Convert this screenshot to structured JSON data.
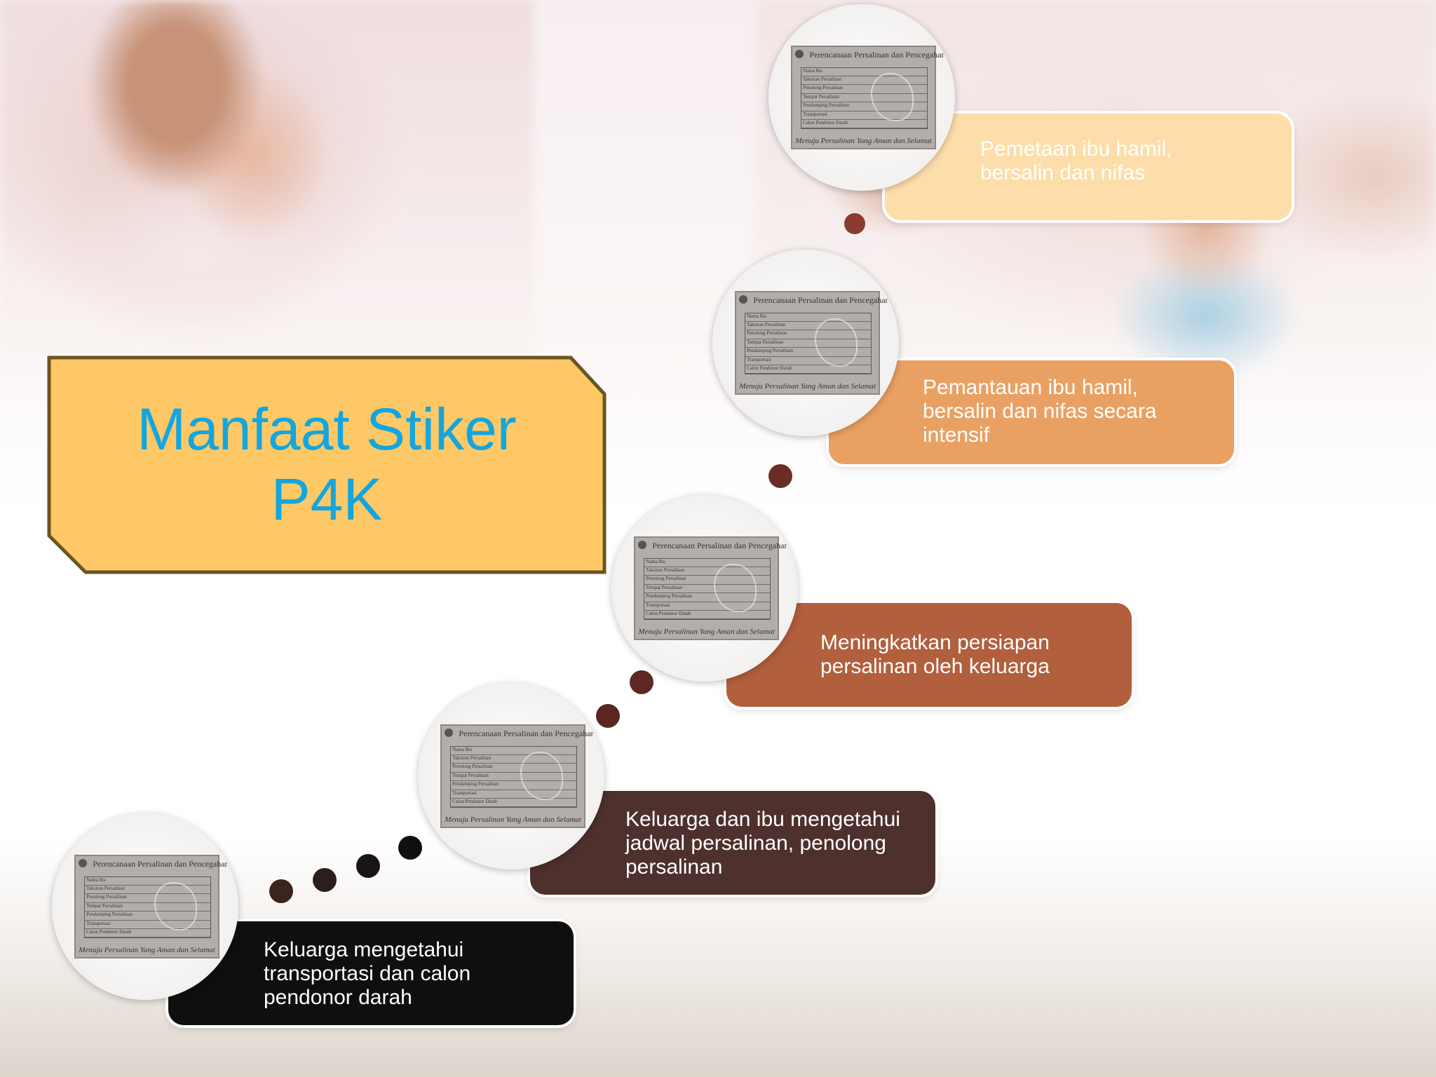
{
  "title": {
    "line1": "Manfaat Stiker",
    "line2": "P4K"
  },
  "sticker": {
    "title": "Perencanaan Persalinan dan Pencegahan Komplikasi",
    "rows": [
      "Nama Ibu",
      "Taksiran Persalinan",
      "Penolong Persalinan",
      "Tempat Persalinan",
      "Pendamping Persalinan",
      "Transportasi",
      "Calon Pendonor Darah"
    ],
    "footer": "Menuju Persalinan Yang Aman dan Selamat"
  },
  "steps": [
    {
      "label": "Pemetaan ibu hamil,\nbersalin dan nifas",
      "color": "#fddeaa"
    },
    {
      "label": "Pemantauan ibu hamil,\nbersalin dan nifas secara\nintensif",
      "color": "#e9a163"
    },
    {
      "label": "Meningkatkan persiapan\npersalinan oleh keluarga",
      "color": "#b15f3c"
    },
    {
      "label": "Keluarga dan ibu mengetahui\njadwal persalinan, penolong\npersalinan",
      "color": "#4e302d"
    },
    {
      "label": "Keluarga mengetahui\ntransportasi dan calon\npendonor darah",
      "color": "#0f0f0f"
    }
  ],
  "colors": {
    "title_text": "#12a6e0",
    "title_fill": "#fdc865",
    "title_border": "#6b5423",
    "dot": "#6b2e26"
  }
}
